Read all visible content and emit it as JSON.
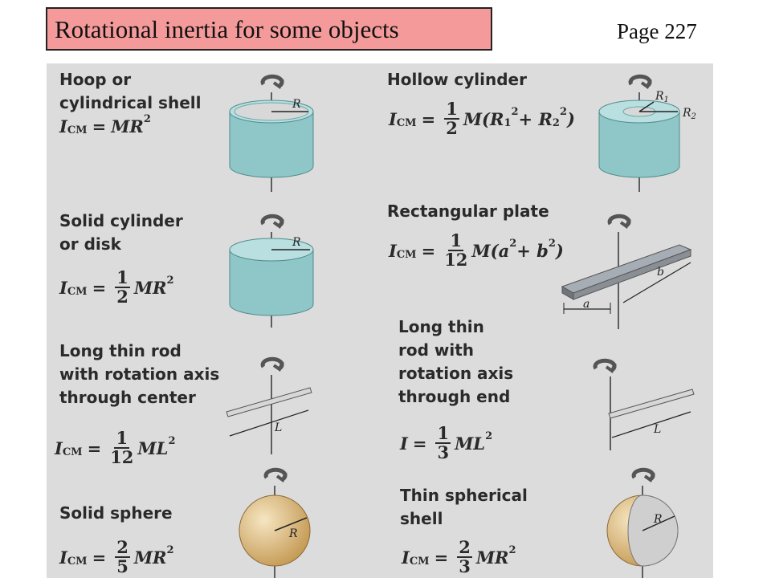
{
  "header": {
    "title": "Rotational inertia for some objects",
    "page": "Page 227"
  },
  "objects": {
    "hoop": {
      "line1": "Hoop or",
      "line2": "cylindrical shell",
      "formula": {
        "lhs": "I",
        "lhs_sub": "CM",
        "rhs": "MR",
        "rhs_sup": "2"
      },
      "dim": "R"
    },
    "hollow": {
      "line1": "Hollow cylinder",
      "formula": {
        "lhs": "I",
        "lhs_sub": "CM",
        "num": "1",
        "den": "2",
        "rhs_a": "M(R",
        "s1": "1",
        "p1": "2",
        "rhs_b": " + R",
        "s2": "2",
        "p2": "2",
        "rhs_c": ")"
      },
      "dim1": "R",
      "dim1_sub": "1",
      "dim2": "R",
      "dim2_sub": "2"
    },
    "solid_cyl": {
      "line1": "Solid cylinder",
      "line2": "or disk",
      "formula": {
        "lhs": "I",
        "lhs_sub": "CM",
        "num": "1",
        "den": "2",
        "rhs": "MR",
        "rhs_sup": "2"
      },
      "dim": "R"
    },
    "plate": {
      "line1": "Rectangular plate",
      "formula": {
        "lhs": "I",
        "lhs_sub": "CM",
        "num": "1",
        "den": "12",
        "rhs_a": "M(a",
        "p1": "2",
        "rhs_b": " + b",
        "p2": "2",
        "rhs_c": ")"
      },
      "dim_a": "a",
      "dim_b": "b"
    },
    "rod_center": {
      "line1": "Long thin rod",
      "line2": "with rotation axis",
      "line3": "through center",
      "formula": {
        "lhs": "I",
        "lhs_sub": "CM",
        "num": "1",
        "den": "12",
        "rhs": "ML",
        "rhs_sup": "2"
      },
      "dim": "L"
    },
    "rod_end": {
      "line1": "Long thin",
      "line2": "rod with",
      "line3": "rotation axis",
      "line4": "through end",
      "formula": {
        "lhs": "I",
        "num": "1",
        "den": "3",
        "rhs": "ML",
        "rhs_sup": "2"
      },
      "dim": "L"
    },
    "solid_sphere": {
      "line1": "Solid sphere",
      "formula": {
        "lhs": "I",
        "lhs_sub": "CM",
        "num": "2",
        "den": "5",
        "rhs": "MR",
        "rhs_sup": "2"
      },
      "dim": "R"
    },
    "shell": {
      "line1": "Thin spherical",
      "line2": "shell",
      "formula": {
        "lhs": "I",
        "lhs_sub": "CM",
        "num": "2",
        "den": "3",
        "rhs": "MR",
        "rhs_sup": "2"
      },
      "dim": "R"
    }
  },
  "colors": {
    "title_bg": "#f49a9a",
    "panel_bg": "#dcdcdc",
    "cylinder": "#8fc7c9",
    "sphere": "#d9b678",
    "plate": "#8a8f96"
  }
}
